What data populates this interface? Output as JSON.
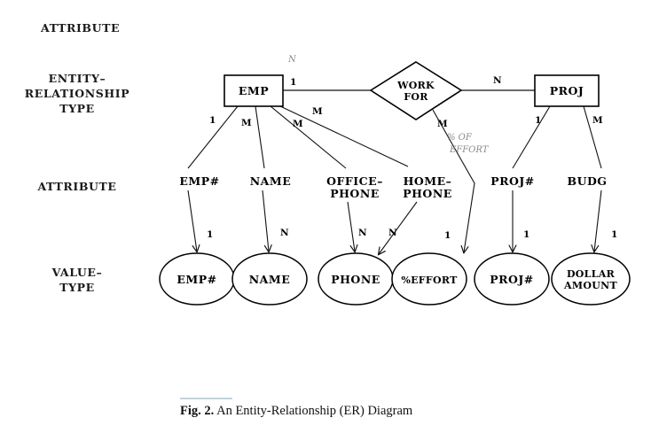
{
  "figure": {
    "caption_number": "Fig. 2.",
    "caption_title": "An Entity-Relationship (ER) Diagram",
    "rule_color": "#9fb6c4",
    "ink_color": "#000000",
    "background_color": "#ffffff"
  },
  "row_labels": [
    {
      "id": "attribute-top",
      "lines": [
        "ATTRIBUTE"
      ]
    },
    {
      "id": "entity-relationship-type",
      "lines": [
        "ENTITY–",
        "RELATIONSHIP",
        "TYPE"
      ]
    },
    {
      "id": "attribute-mid",
      "lines": [
        "ATTRIBUTE"
      ]
    },
    {
      "id": "value-type",
      "lines": [
        "VALUE–",
        "TYPE"
      ]
    }
  ],
  "entities": [
    {
      "id": "emp",
      "label": "EMP",
      "shape": "rectangle"
    },
    {
      "id": "proj",
      "label": "PROJ",
      "shape": "rectangle"
    }
  ],
  "relationships": [
    {
      "id": "work-for",
      "label_lines": [
        "WORK",
        "FOR"
      ],
      "shape": "diamond"
    }
  ],
  "attributes": [
    {
      "id": "emp-num",
      "lines": [
        "EMP#"
      ]
    },
    {
      "id": "name",
      "lines": [
        "NAME"
      ]
    },
    {
      "id": "office-phone",
      "lines": [
        "OFFICE–",
        "PHONE"
      ]
    },
    {
      "id": "home-phone",
      "lines": [
        "HOME–",
        "PHONE"
      ]
    },
    {
      "id": "proj-num",
      "lines": [
        "PROJ#"
      ]
    },
    {
      "id": "budg",
      "lines": [
        "BUDG"
      ]
    }
  ],
  "value_types": [
    {
      "id": "vt-emp-num",
      "lines": [
        "EMP#"
      ]
    },
    {
      "id": "vt-name",
      "lines": [
        "NAME"
      ]
    },
    {
      "id": "vt-phone",
      "lines": [
        "PHONE"
      ]
    },
    {
      "id": "vt-effort",
      "lines": [
        "%EFFORT"
      ]
    },
    {
      "id": "vt-proj-num",
      "lines": [
        "PROJ#"
      ]
    },
    {
      "id": "vt-dollar-amount",
      "lines": [
        "DOLLAR",
        "AMOUNT"
      ]
    }
  ],
  "cardinalities": {
    "emp_to_workfor": "1",
    "workfor_to_proj": "N",
    "emp_to_empnum": "1",
    "emp_to_name": "M",
    "emp_to_officephone": "M",
    "emp_to_homephone": "M",
    "workfor_to_effort": "M",
    "proj_to_projnum": "1",
    "proj_to_budg": "M",
    "empnum_to_vt": "1",
    "name_to_vt": "N",
    "officephone_to_vt": "N",
    "homephone_to_vt": "N",
    "effort_to_vt": "1",
    "projnum_to_vt": "1",
    "budg_to_vt": "1"
  },
  "handwritten_annotations": [
    {
      "id": "hand-n-above-emp",
      "text": "N"
    },
    {
      "id": "hand-pct-of",
      "text": "% OF"
    },
    {
      "id": "hand-effort",
      "text": "EFFORT"
    }
  ]
}
